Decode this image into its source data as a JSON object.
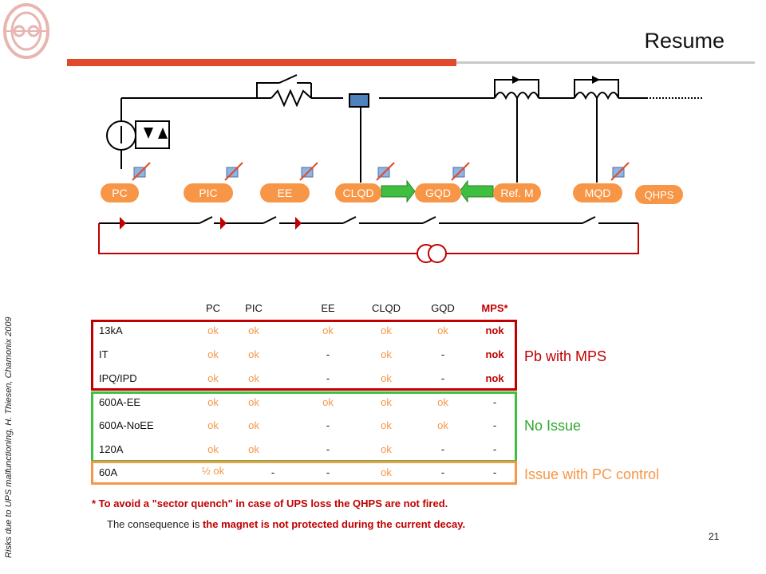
{
  "title": "Resume",
  "side_text": "Risks due to UPS malfunctioning, H. Thiesen, Chamonix 2009",
  "page_number": "21",
  "diagram": {
    "nodes": [
      "PC",
      "PIC",
      "EE",
      "CLQD",
      "GQD",
      "Ref. M",
      "MQD",
      "QHPS"
    ]
  },
  "table": {
    "headers": [
      "PC",
      "PIC",
      "EE",
      "CLQD",
      "GQD",
      "MPS*"
    ],
    "rows": [
      {
        "label": "13kA",
        "cells": [
          "ok",
          "ok",
          "ok",
          "ok",
          "ok",
          "nok"
        ]
      },
      {
        "label": "IT",
        "cells": [
          "ok",
          "ok",
          "-",
          "ok",
          "-",
          "nok"
        ]
      },
      {
        "label": "IPQ/IPD",
        "cells": [
          "ok",
          "ok",
          "-",
          "ok",
          "-",
          "nok"
        ]
      },
      {
        "label": "600A-EE",
        "cells": [
          "ok",
          "ok",
          "ok",
          "ok",
          "ok",
          "-"
        ]
      },
      {
        "label": "600A-NoEE",
        "cells": [
          "ok",
          "ok",
          "-",
          "ok",
          "ok",
          "-"
        ]
      },
      {
        "label": "120A",
        "cells": [
          "ok",
          "ok",
          "-",
          "ok",
          "-",
          "-"
        ]
      },
      {
        "label": "60A",
        "cells": [
          "½ ok",
          "-",
          "-",
          "ok",
          "-",
          "-"
        ]
      }
    ],
    "groups": [
      {
        "label": "Pb with MPS",
        "color": "#c00000"
      },
      {
        "label": "No Issue",
        "color": "#3fbf3f"
      },
      {
        "label": "Issue with PC control",
        "color": "#f79646"
      }
    ]
  },
  "footnote": {
    "line1": "*  To avoid a \"sector quench\" in case of UPS loss the QHPS are not fired.",
    "line2_prefix": "The consequence is ",
    "line2_highlight": "the magnet is not protected during the current decay."
  }
}
